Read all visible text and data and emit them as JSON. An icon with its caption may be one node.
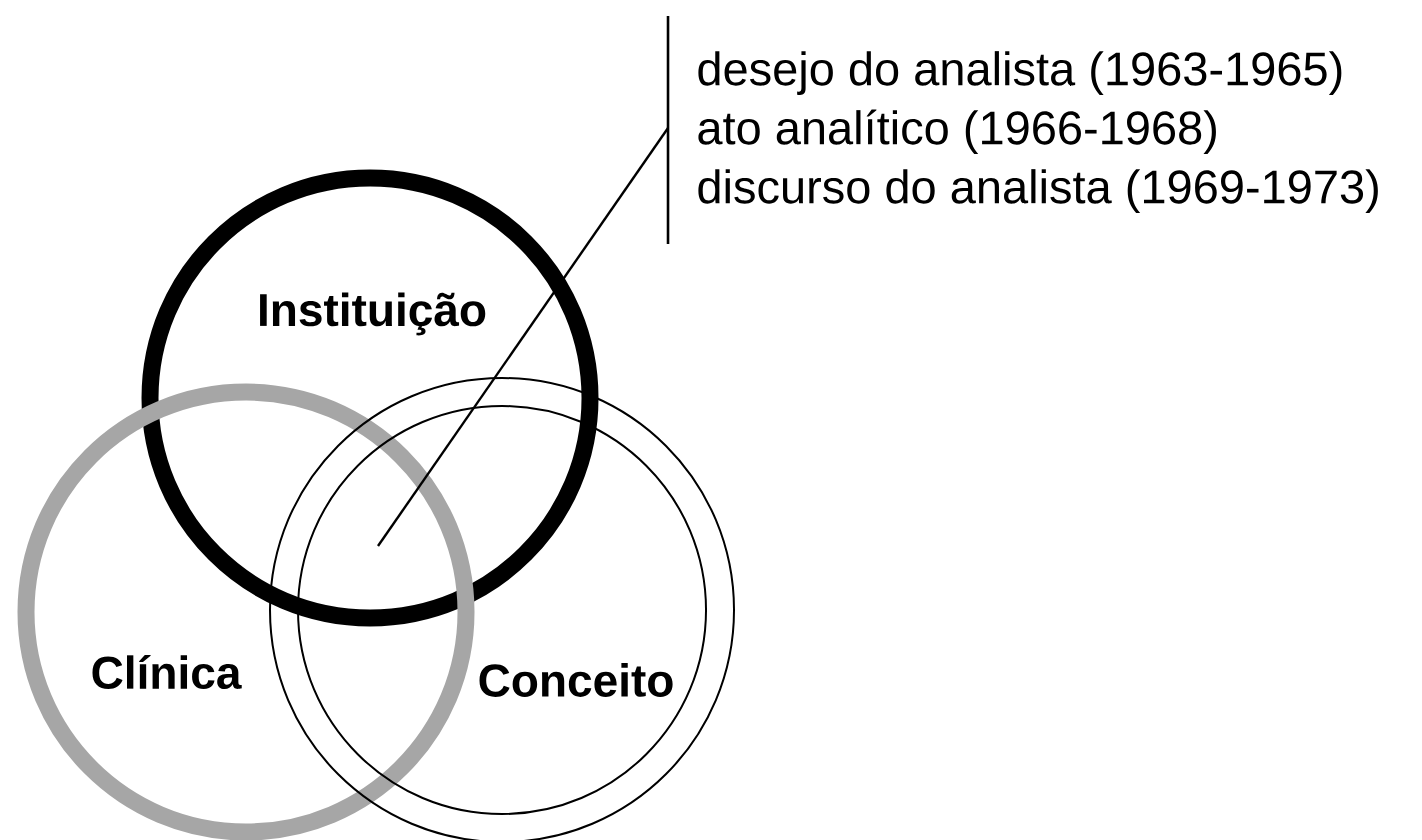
{
  "diagram": {
    "nodes": [
      {
        "text": [
          "Instituição"
        ]
      },
      {
        "text": [
          "Clínica"
        ]
      },
      {
        "text": [
          "Conceito"
        ]
      },
      {
        "text": [
          "desejo do analista (1963-1965)",
          "ato analítico (1966-1968)",
          "discurso do analista (1969-1973)"
        ]
      }
    ],
    "edges": [
      {
        "from": 3,
        "to": 0,
        "arrow": "none"
      }
    ]
  }
}
